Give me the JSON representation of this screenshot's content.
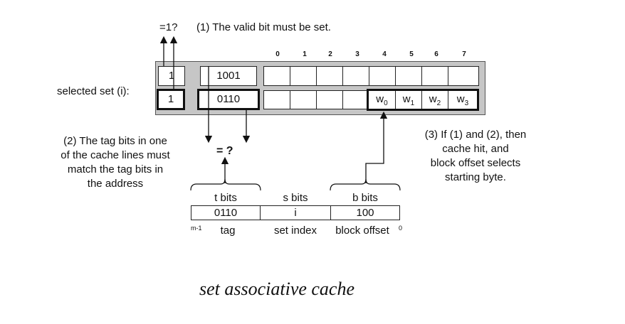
{
  "annotations": {
    "eq1": "=1?",
    "note1": "(1) The valid bit must be set.",
    "note2": [
      "(2) The tag bits in one",
      "of the cache lines must",
      "match the tag bits in",
      "the address"
    ],
    "note3": [
      "(3) If (1) and (2), then",
      "cache hit, and",
      "block  offset selects",
      "starting byte."
    ],
    "eq_tag": "= ?"
  },
  "set_label": "selected set (i):",
  "byte_indices": [
    "0",
    "1",
    "2",
    "3",
    "4",
    "5",
    "6",
    "7"
  ],
  "lines": [
    {
      "valid": "1",
      "tag": "1001",
      "words": []
    },
    {
      "valid": "1",
      "tag": "0110",
      "words": [
        {
          "w": "w",
          "sub": "0"
        },
        {
          "w": "w",
          "sub": "1"
        },
        {
          "w": "w",
          "sub": "2"
        },
        {
          "w": "w",
          "sub": "3"
        }
      ]
    }
  ],
  "address": {
    "field_headers": [
      "t bits",
      "s bits",
      "b bits"
    ],
    "field_values": [
      "0110",
      "i",
      "100"
    ],
    "field_names": [
      "tag",
      "set index",
      "block offset"
    ],
    "msb_label": "m-1",
    "lsb_label": "0"
  },
  "caption": "set associative cache"
}
